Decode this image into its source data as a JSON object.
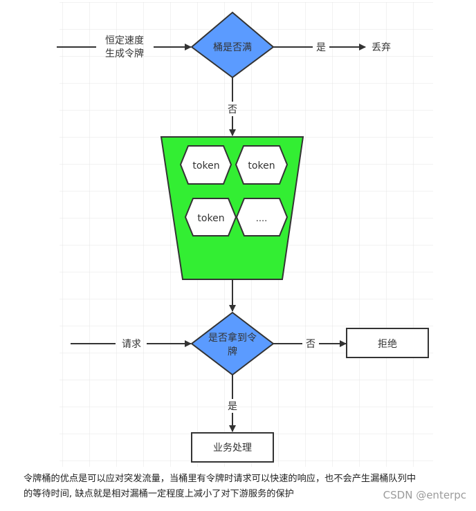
{
  "diagram": {
    "input_top_label_1": "恒定速度",
    "input_top_label_2": "生成令牌",
    "decision_full": "桶是否满",
    "edge_yes_top": "是",
    "discard": "丢弃",
    "edge_no_top": "否",
    "tokens": [
      "token",
      "token",
      "token",
      "...."
    ],
    "request_label": "请求",
    "decision_get_1": "是否拿到令",
    "decision_get_2": "牌",
    "edge_no_right": "否",
    "reject": "拒绝",
    "edge_yes_bottom": "是",
    "process": "业务处理",
    "colors": {
      "decision": "#5b9bff",
      "bucket": "#33ee33",
      "stroke": "#333333"
    }
  },
  "caption": {
    "line1": "令牌桶的优点是可以应对突发流量，当桶里有令牌时请求可以快速的响应，也不会产生漏桶队列中",
    "line2": "的等待时间, 缺点就是相对漏桶一定程度上减小了对下游服务的保护"
  },
  "watermark": "CSDN @enterpc"
}
